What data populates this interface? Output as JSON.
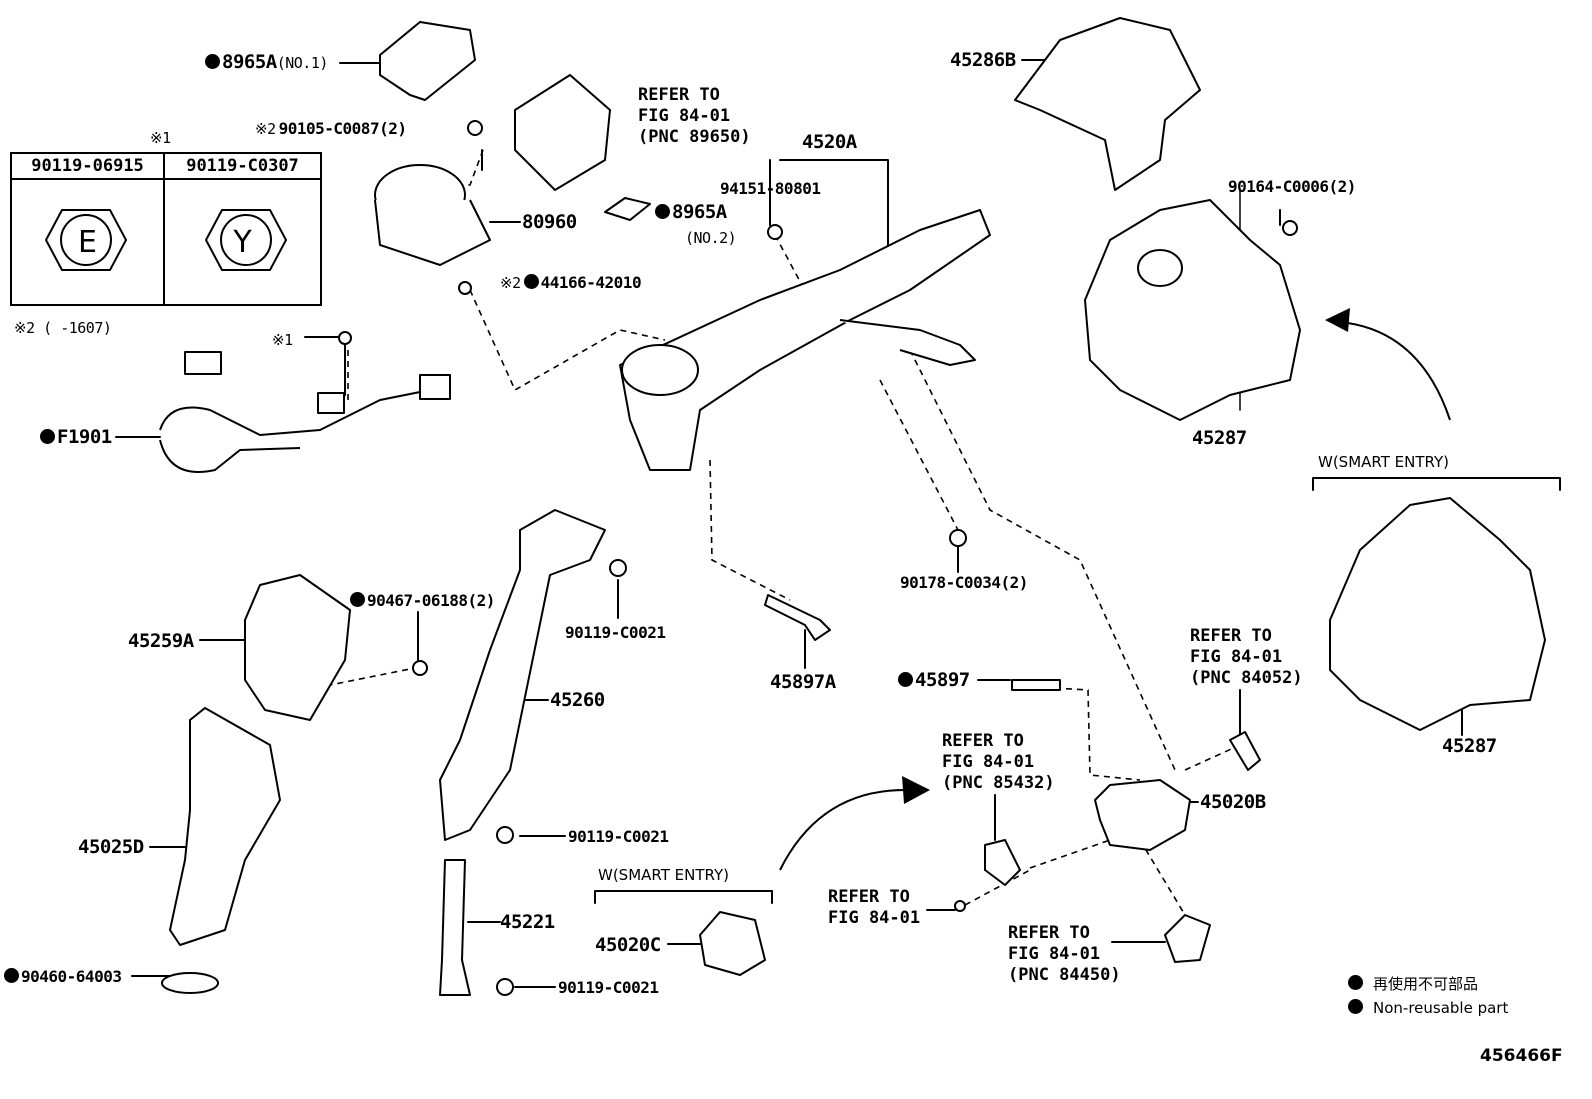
{
  "labels": {
    "p8965a_1": "8965A",
    "p8965a_1_note": "(NO.1)",
    "p8965a_2": "8965A",
    "p8965a_2_note": "(NO.2)",
    "p90105": "90105-C0087(2)",
    "p80960": "80960",
    "p44166": "44166-42010",
    "pF1901": "F1901",
    "p4520a": "4520A",
    "p94151": "94151-80801",
    "p45286b": "45286B",
    "p90164": "90164-C0006(2)",
    "p45287a": "45287",
    "p45287b": "45287",
    "p90467": "90467-06188(2)",
    "p45259a": "45259A",
    "p90119_a": "90119-C0021",
    "p45260": "45260",
    "p90119_b": "90119-C0021",
    "p45221": "45221",
    "p90119_c": "90119-C0021",
    "p45025d": "45025D",
    "p90460": "90460-64003",
    "p90178": "90178-C0034(2)",
    "p45897a": "45897A",
    "p45897": "45897",
    "p45020b": "45020B",
    "p45020c": "45020C",
    "note_k1": "※1",
    "note_k2": "※2",
    "note_k2_range": "※2 (       -1607)"
  },
  "refs": {
    "r89650": "REFER TO\nFIG 84-01\n(PNC 89650)",
    "r84052": "REFER TO\nFIG 84-01\n(PNC 84052)",
    "r85432": "REFER TO\nFIG 84-01\n(PNC 85432)",
    "r8401": "REFER TO\nFIG 84-01",
    "r84450": "REFER TO\nFIG 84-01\n(PNC 84450)"
  },
  "sections": {
    "smart_entry_top": "W(SMART ENTRY)",
    "smart_entry_bottom": "W(SMART ENTRY)"
  },
  "bolt_table": {
    "header_k1": "※1",
    "col1": "90119-06915",
    "col2": "90119-C0307",
    "mark1": "E",
    "mark2": "Y"
  },
  "legend": {
    "jp": "再使用不可部品",
    "en": "Non-reusable part"
  },
  "illustration_code": "456466F"
}
